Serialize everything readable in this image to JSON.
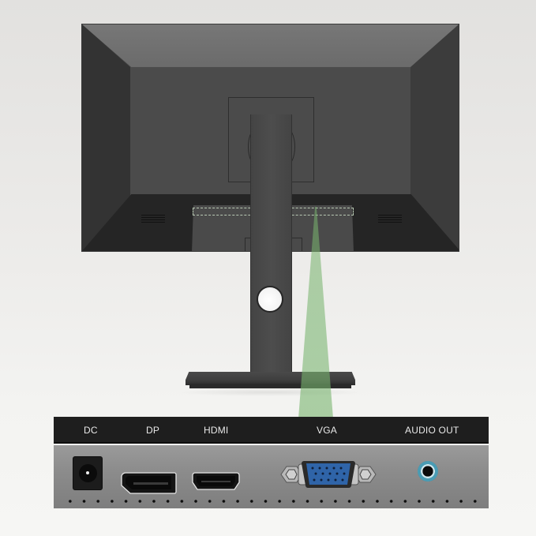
{
  "scene": {
    "subject": "monitor rear view with stand",
    "background_color": "#ecebe9",
    "monitor_color": "#4a4a4a",
    "callout_color": "#8fc47f"
  },
  "io_panel": {
    "ports": [
      {
        "label": "DC",
        "icon": "dc-power-jack-icon"
      },
      {
        "label": "DP",
        "icon": "displayport-icon"
      },
      {
        "label": "HDMI",
        "icon": "hdmi-port-icon"
      },
      {
        "label": "VGA",
        "icon": "vga-port-icon"
      },
      {
        "label": "AUDIO OUT",
        "icon": "audio-jack-icon"
      }
    ],
    "vga_color": "#2f64a8",
    "audio_ring_color": "#4a9cb4"
  }
}
